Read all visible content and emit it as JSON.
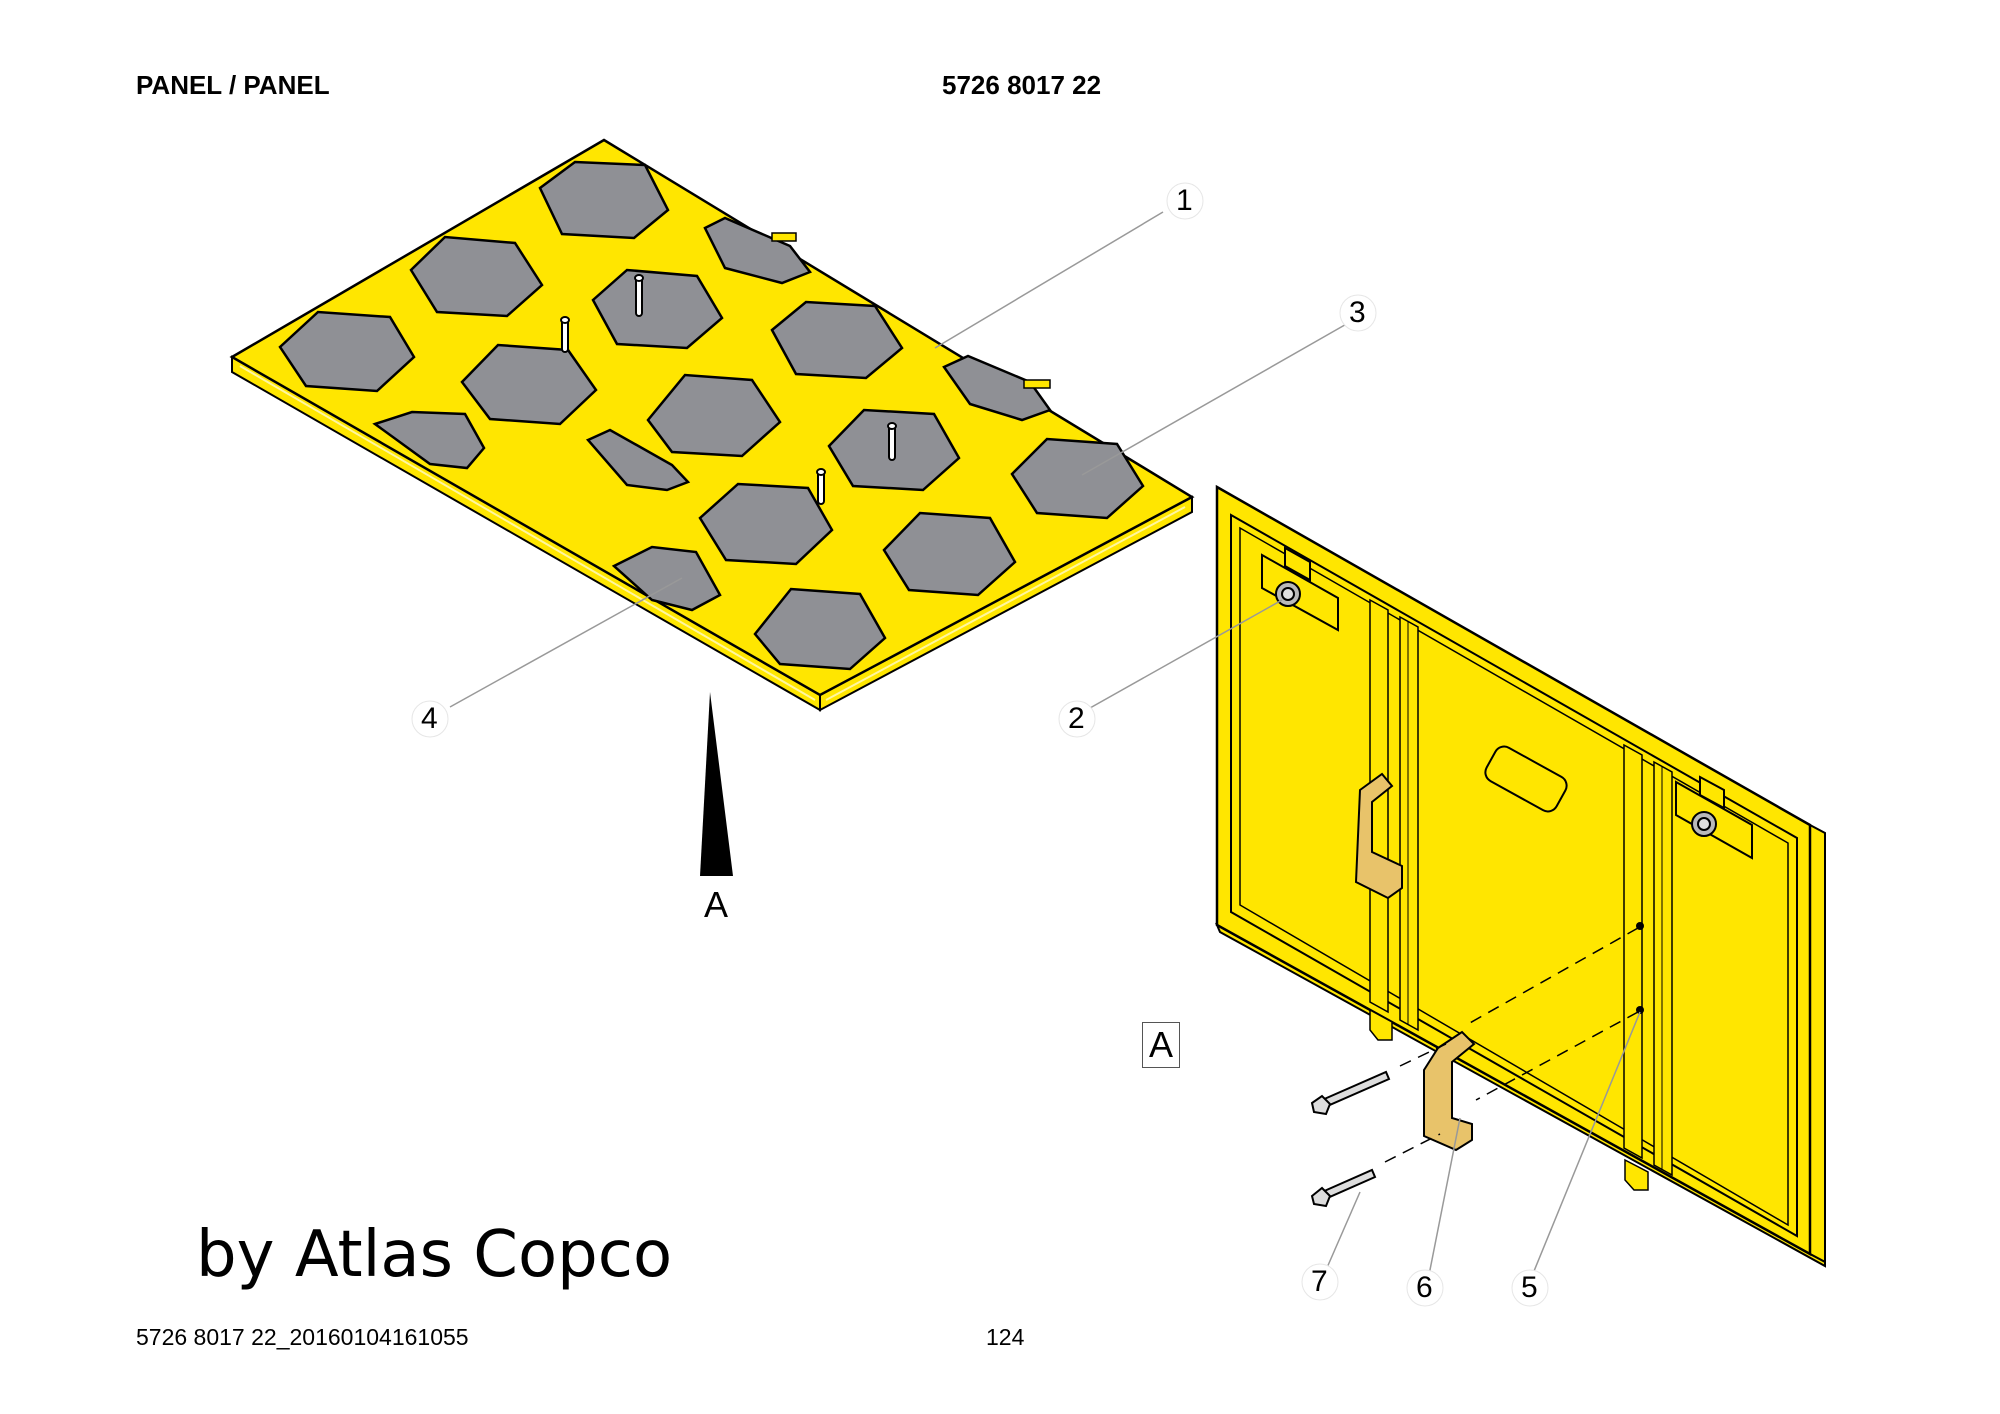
{
  "header": {
    "title": "PANEL / PANEL",
    "part_number": "5726 8017 22"
  },
  "footer": {
    "document_id": "5726 8017 22_20160104161055",
    "page_number": "124"
  },
  "callouts": [
    "1",
    "2",
    "3",
    "4",
    "5",
    "6",
    "7"
  ],
  "view_marker": {
    "arrow_label": "A",
    "detail_label": "A"
  },
  "watermark": "by Atlas Copco",
  "colors": {
    "panel_yellow": "#FFE600",
    "cutout_gray": "#8F9095",
    "handle_tan": "#E8C36A",
    "leader_gray": "#999999"
  }
}
